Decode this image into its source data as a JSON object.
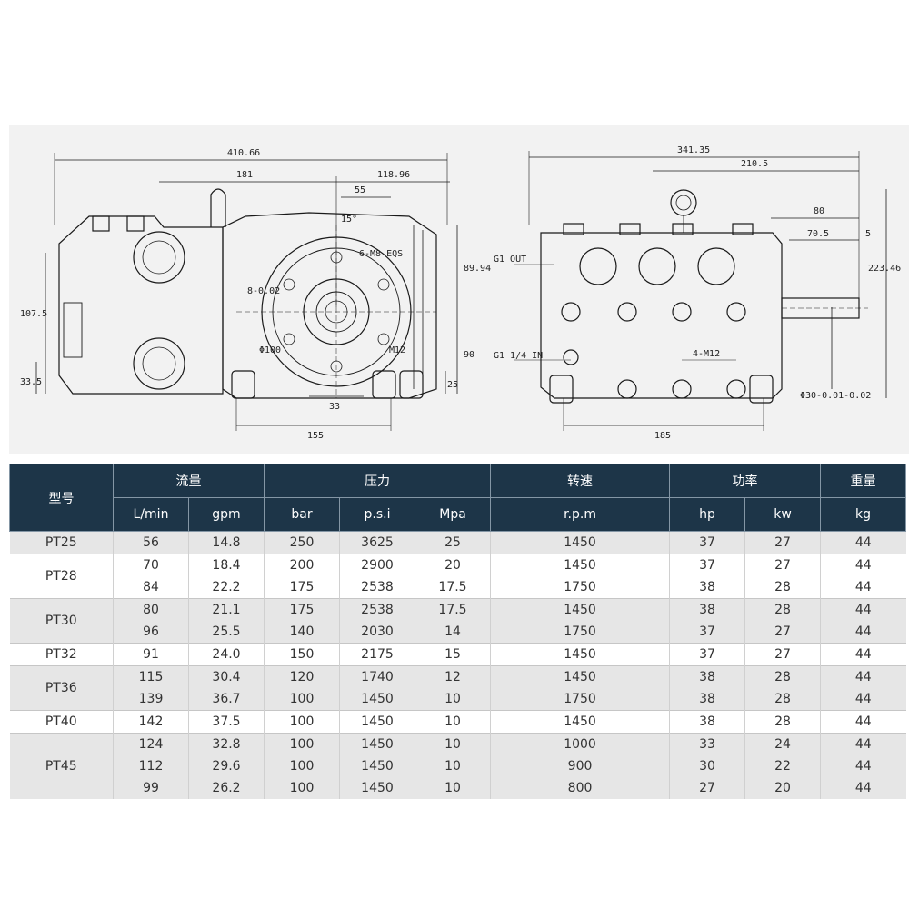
{
  "drawing": {
    "left_view": {
      "dims": {
        "overall_width": "410.66",
        "d181": "181",
        "d118": "118.96",
        "d55": "55",
        "angle": "15°",
        "bolts": "6-M8 EQS",
        "key": "8-0.02",
        "dia100": "Φ100",
        "m12": "M12",
        "h107": "107.5",
        "h33": "33.5",
        "h89": "89.94",
        "h90": "90",
        "h25": "25",
        "d33": "33",
        "d155": "155"
      }
    },
    "right_view": {
      "dims": {
        "overall_width": "341.35",
        "d210": "210.5",
        "d80": "80",
        "d70": "70.5",
        "d5": "5",
        "outlet": "G1 OUT",
        "inlet": "G1 1/4 IN",
        "bolts": "4-M12",
        "shaft": "Φ30-0.01-0.02",
        "height": "223.46",
        "d185": "185"
      }
    }
  },
  "table": {
    "headers": {
      "model": "型号",
      "flow": "流量",
      "pressure": "压力",
      "speed": "转速",
      "power": "功率",
      "weight": "重量"
    },
    "subheaders": {
      "lmin": "L/min",
      "gpm": "gpm",
      "bar": "bar",
      "psi": "p.s.i",
      "mpa": "Mpa",
      "rpm": "r.p.m",
      "hp": "hp",
      "kw": "kw",
      "kg": "kg"
    },
    "groups": [
      {
        "model": "PT25",
        "shaded": true,
        "rows": [
          [
            "56",
            "14.8",
            "250",
            "3625",
            "25",
            "1450",
            "37",
            "27",
            "44"
          ]
        ]
      },
      {
        "model": "PT28",
        "shaded": false,
        "rows": [
          [
            "70",
            "18.4",
            "200",
            "2900",
            "20",
            "1450",
            "37",
            "27",
            "44"
          ],
          [
            "84",
            "22.2",
            "175",
            "2538",
            "17.5",
            "1750",
            "38",
            "28",
            "44"
          ]
        ]
      },
      {
        "model": "PT30",
        "shaded": true,
        "rows": [
          [
            "80",
            "21.1",
            "175",
            "2538",
            "17.5",
            "1450",
            "38",
            "28",
            "44"
          ],
          [
            "96",
            "25.5",
            "140",
            "2030",
            "14",
            "1750",
            "37",
            "27",
            "44"
          ]
        ]
      },
      {
        "model": "PT32",
        "shaded": false,
        "rows": [
          [
            "91",
            "24.0",
            "150",
            "2175",
            "15",
            "1450",
            "37",
            "27",
            "44"
          ]
        ]
      },
      {
        "model": "PT36",
        "shaded": true,
        "rows": [
          [
            "115",
            "30.4",
            "120",
            "1740",
            "12",
            "1450",
            "38",
            "28",
            "44"
          ],
          [
            "139",
            "36.7",
            "100",
            "1450",
            "10",
            "1750",
            "38",
            "28",
            "44"
          ]
        ]
      },
      {
        "model": "PT40",
        "shaded": false,
        "rows": [
          [
            "142",
            "37.5",
            "100",
            "1450",
            "10",
            "1450",
            "38",
            "28",
            "44"
          ]
        ]
      },
      {
        "model": "PT45",
        "shaded": true,
        "rows": [
          [
            "124",
            "32.8",
            "100",
            "1450",
            "10",
            "1000",
            "33",
            "24",
            "44"
          ],
          [
            "112",
            "29.6",
            "100",
            "1450",
            "10",
            "900",
            "30",
            "22",
            "44"
          ],
          [
            "99",
            "26.2",
            "100",
            "1450",
            "10",
            "800",
            "27",
            "20",
            "44"
          ]
        ]
      }
    ]
  }
}
